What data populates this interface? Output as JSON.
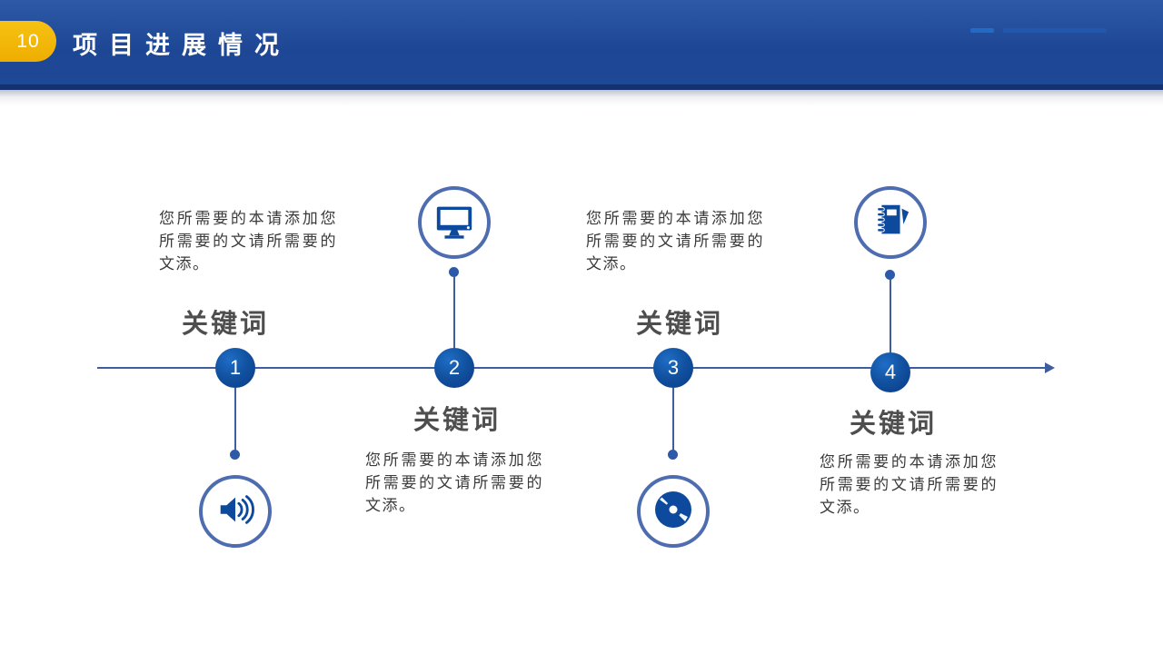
{
  "slide": {
    "page_number": "10",
    "title": "项目进展情况"
  },
  "timeline": {
    "items": [
      {
        "number": "1",
        "keyword": "关键词",
        "description": "您所需要的本请添加您所需要的文请所需要的文添。",
        "icon": "speaker-icon"
      },
      {
        "number": "2",
        "keyword": "关键词",
        "description": "您所需要的本请添加您所需要的文请所需要的文添。",
        "icon": "monitor-icon"
      },
      {
        "number": "3",
        "keyword": "关键词",
        "description": "您所需要的本请添加您所需要的文请所需要的文添。",
        "icon": "cd-disc-icon"
      },
      {
        "number": "4",
        "keyword": "关键词",
        "description": "您所需要的本请添加您所需要的文请所需要的文添。",
        "icon": "notebook-icon"
      }
    ]
  },
  "colors": {
    "header_blue": "#1d4795",
    "header_dark_strip": "#14316e",
    "badge_gold": "#efae00",
    "node_blue": "#0c3f8e",
    "line_blue": "#3f5e9f",
    "icon_blue": "#0d4a9d",
    "keyword_gray": "#4e4e4e",
    "text_gray": "#3a3a3a"
  }
}
